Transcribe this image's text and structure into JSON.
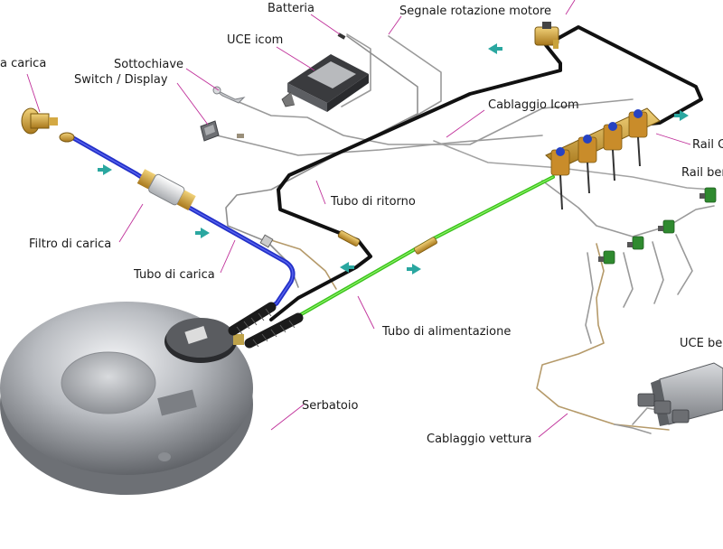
{
  "labels": {
    "presa_carica": "a carica",
    "batteria": "Batteria",
    "segnale": "Segnale rotazione motore",
    "uce_icom": "UCE icom",
    "sottochiave": "Sottochiave",
    "switch_display": "Switch / Display",
    "cablaggio_icom": "Cablaggio Icom",
    "rail_g": "Rail G",
    "rail_ben": "Rail ber",
    "tubo_ritorno": "Tubo di ritorno",
    "filtro_carica": "Filtro di carica",
    "tubo_carica": "Tubo di carica",
    "tubo_alimentazione": "Tubo di alimentazione",
    "uce_ben": "UCE ber",
    "serbatoio": "Serbatoio",
    "cablaggio_vettura": "Cablaggio vettura"
  },
  "colors": {
    "leader": "#c0309a",
    "flow_arrow": "#2aa7a0",
    "tubo_carica": "#2330c8",
    "tubo_alimentazione": "#39c21a",
    "tubo_ritorno": "#111111",
    "wiring": "#9a9a9a",
    "brass": "#c99a2a",
    "tank": "#9ea1a6"
  },
  "icons": [
    "fill-valve",
    "filter",
    "tank",
    "multivalve",
    "ecu-icom",
    "ecu-petrol",
    "key-switch",
    "display-switch",
    "reducer",
    "gas-injector-rail",
    "petrol-injector"
  ]
}
